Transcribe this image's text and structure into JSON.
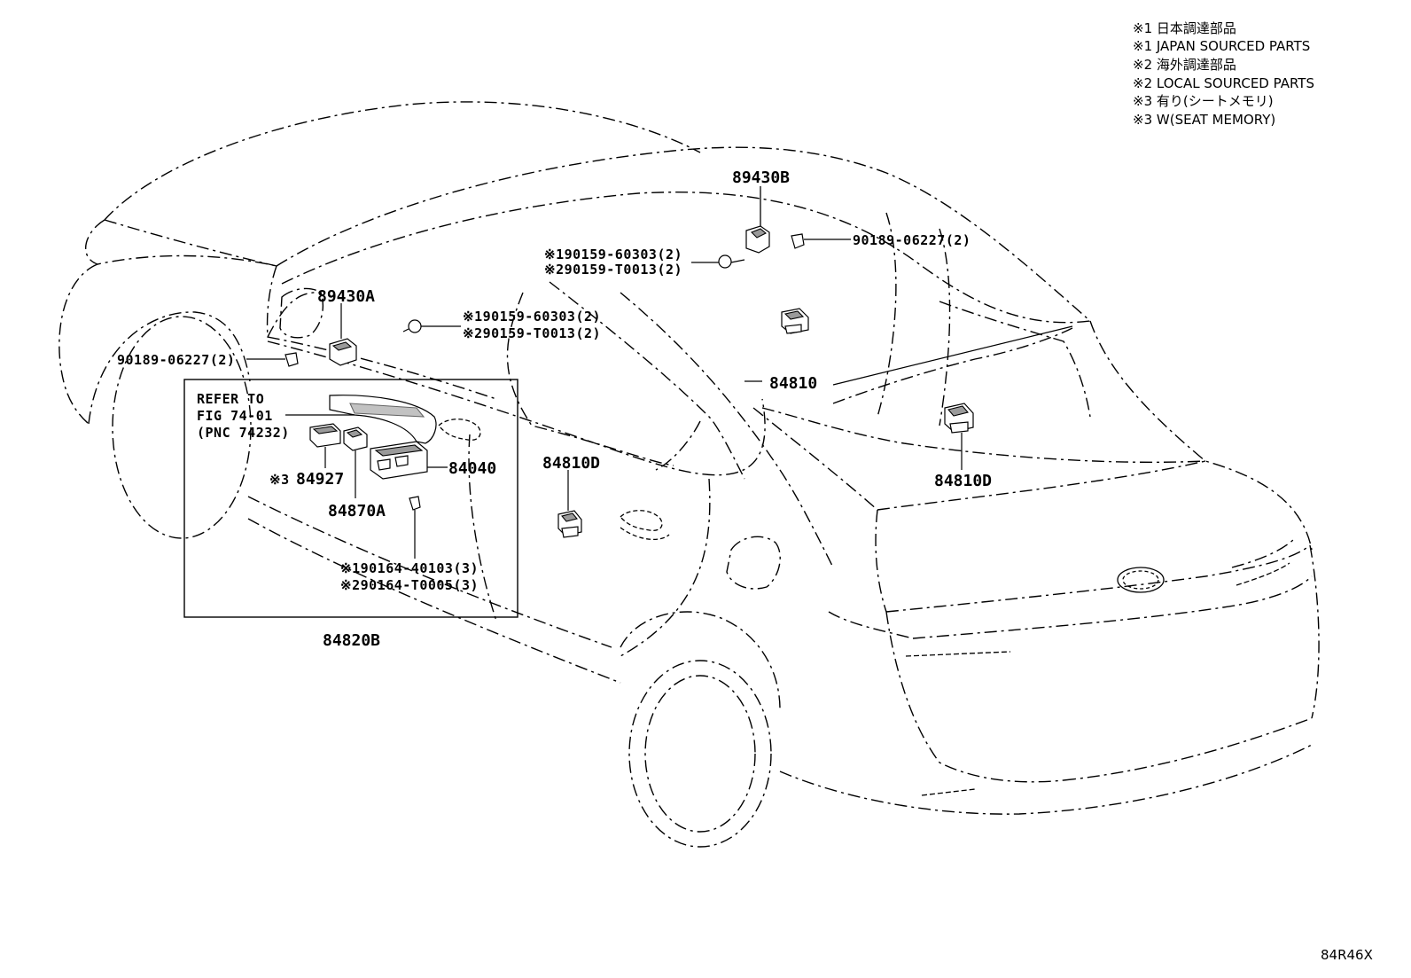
{
  "notes": [
    "※1 日本調達部品",
    "※1 JAPAN SOURCED PARTS",
    "※2 海外調達部品",
    "※2 LOCAL SOURCED PARTS",
    "※3 有り(シートメモリ)",
    "※3 W(SEAT MEMORY)"
  ],
  "labels": {
    "p89430B": "89430B",
    "p89430A": "89430A",
    "p84810": "84810",
    "p84810D_left": "84810D",
    "p84810D_right": "84810D",
    "p84927": "84927",
    "p84927_mark": "※3",
    "p84040": "84040",
    "p84870A": "84870A",
    "p84820B": "84820B",
    "bolt_top_1": "※190159-60303(2)",
    "bolt_top_2": "※290159-T0013(2)",
    "clip_top": "90189-06227(2)",
    "bolt_mid_1": "※190159-60303(2)",
    "bolt_mid_2": "※290159-T0013(2)",
    "clip_left": "90189-06227(2)",
    "screw_1": "※190164-40103(3)",
    "screw_2": "※290164-T0005(3)",
    "refer_1": "REFER TO",
    "refer_2": "FIG 74-01",
    "refer_3": "(PNC 74232)"
  },
  "diagram_code": "84R46X"
}
